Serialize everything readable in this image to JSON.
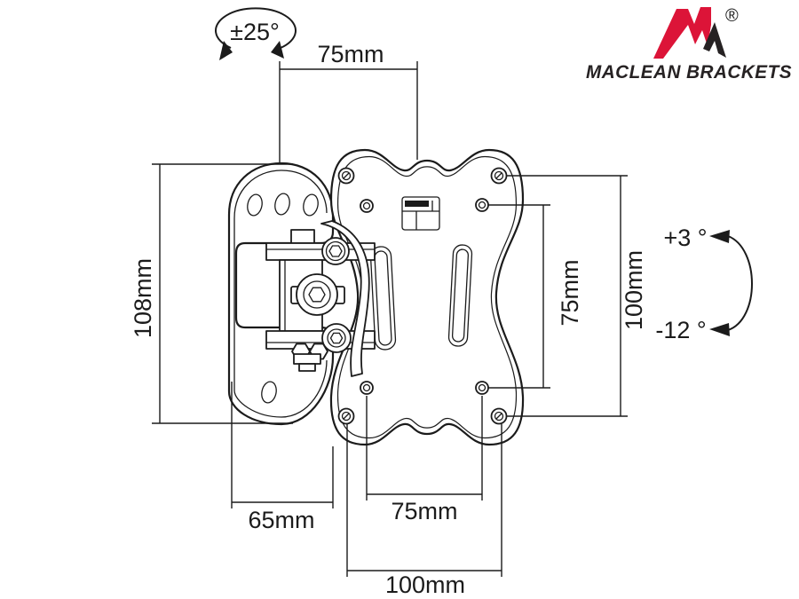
{
  "angles": {
    "swivel": "±25°",
    "tilt_up": "+3 °",
    "tilt_down": "-12 °"
  },
  "dimensions": {
    "top_width": "75mm",
    "plate_height": "108mm",
    "vesa_vertical_inner": "75mm",
    "vesa_vertical_outer": "100mm",
    "arm_depth": "65mm",
    "vesa_horizontal_inner": "75mm",
    "vesa_horizontal_outer": "100mm"
  },
  "logo": {
    "brand": "MACLEAN BRACKETS",
    "registered": "®",
    "red": "#dc1438",
    "dark": "#262223"
  }
}
